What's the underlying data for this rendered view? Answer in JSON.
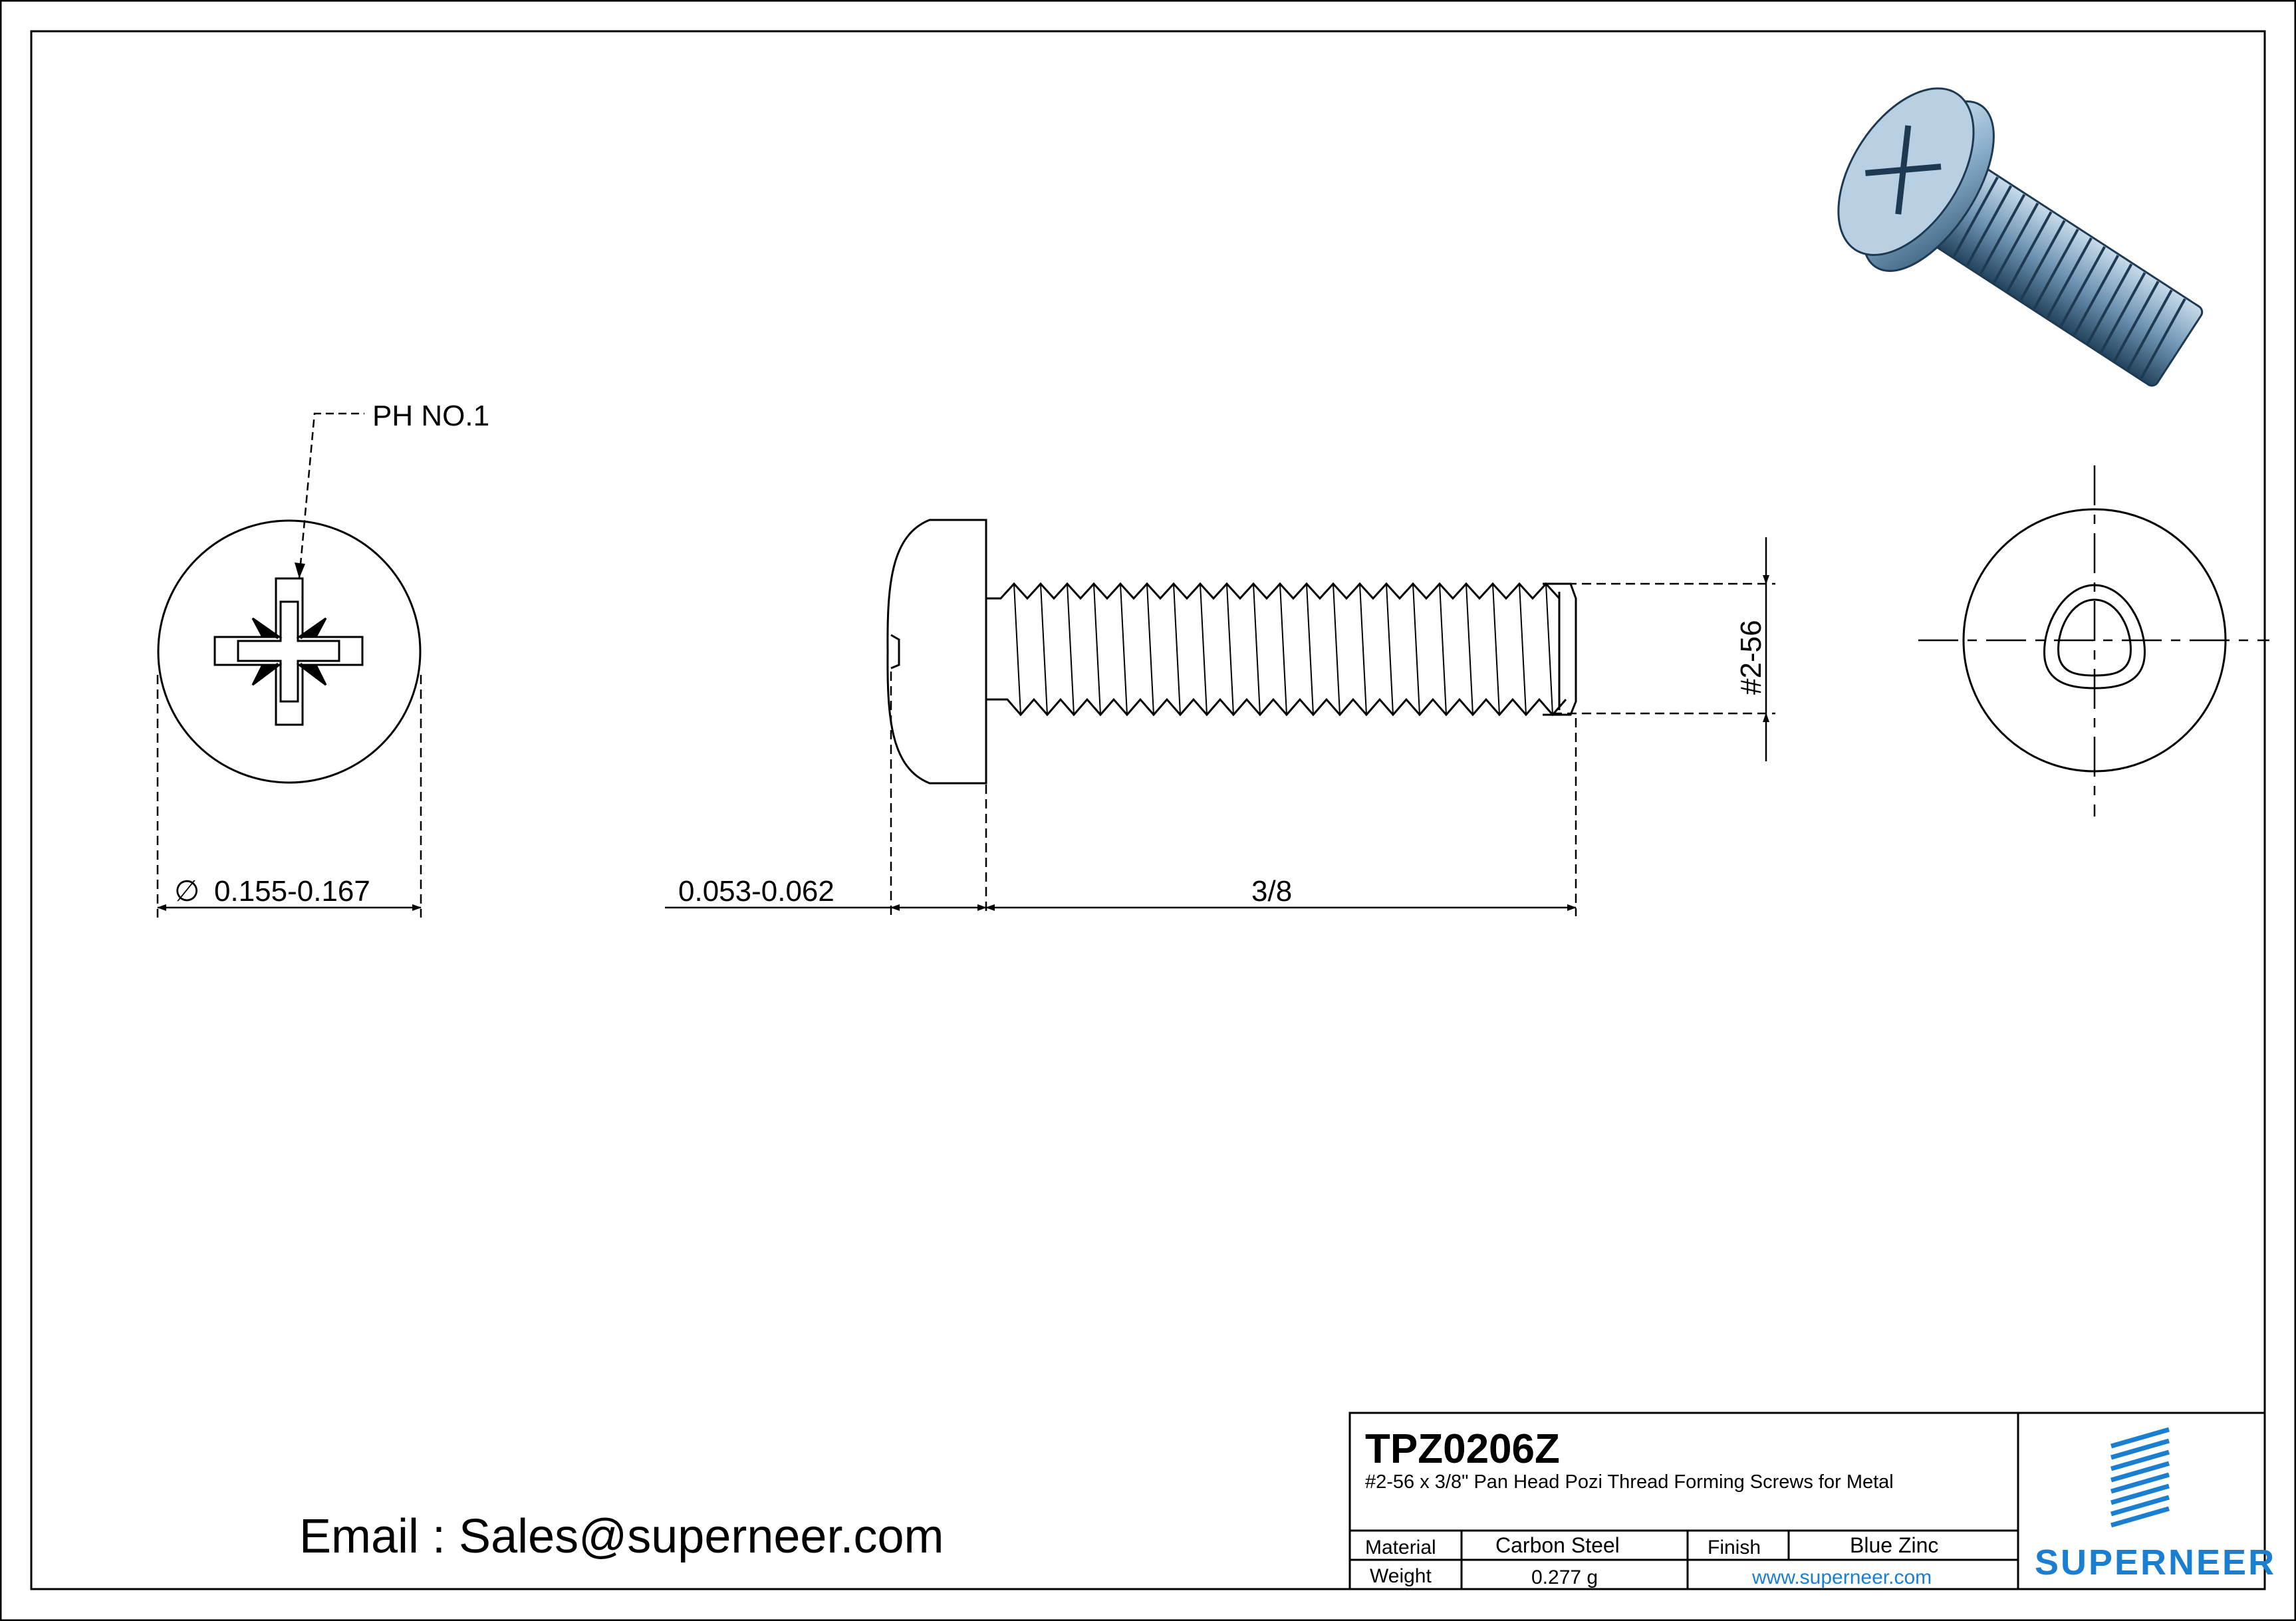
{
  "drawing": {
    "part_number": "TPZ0206Z",
    "description": "#2-56 x 3/8\" Pan Head Pozi Thread Forming Screws for Metal",
    "recess_callout": "PH NO.1",
    "head_diameter": "0.155-0.167",
    "head_height": "0.053-0.062",
    "length": "3/8",
    "thread_size": "#2-56",
    "diameter_symbol": "∅"
  },
  "title_block": {
    "material_label": "Material",
    "material_value": "Carbon Steel",
    "finish_label": "Finish",
    "finish_value": "Blue Zinc",
    "weight_label": "Weight",
    "weight_value": "0.277 g",
    "website": "www.superneer.com",
    "brand": "SUPERNEER"
  },
  "contact": {
    "email_line": "Email : Sales@superneer.com"
  },
  "colors": {
    "line": "#000000",
    "brand_blue": "#1a7fd0",
    "screw_blue": "#7fa9c8"
  }
}
